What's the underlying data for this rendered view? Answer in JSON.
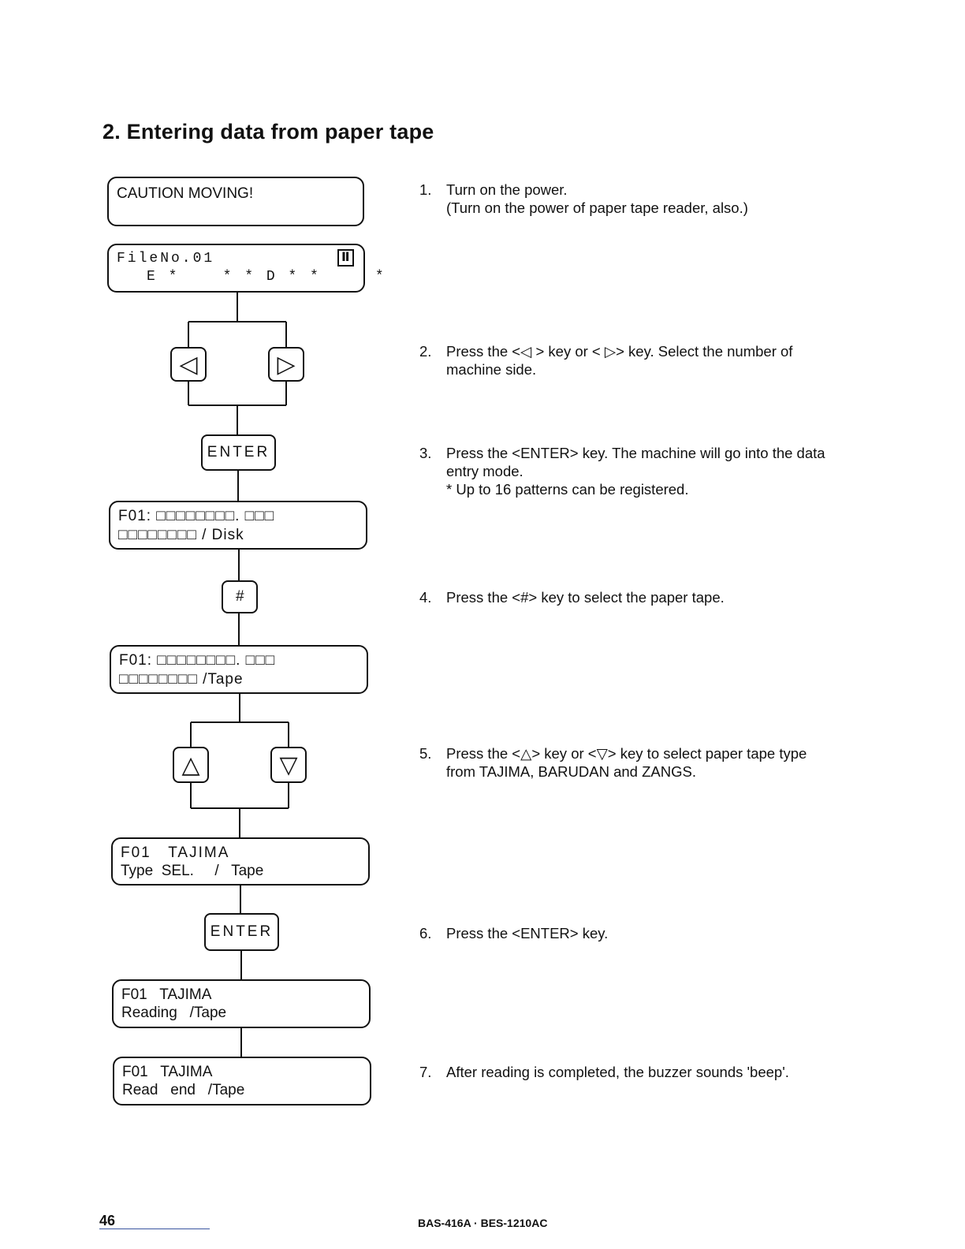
{
  "section_title": "2.  Entering data from paper tape",
  "displays": {
    "caution": {
      "line1": "CAUTION MOVING!"
    },
    "file": {
      "line1": "FileNo.01",
      "indicator": "Ⅱ",
      "line2": "E *    * * D * *     *"
    },
    "disk": {
      "line1": "F01: □□□□□□□□. □□□",
      "line2": "□□□□□□□□ / Disk"
    },
    "tape": {
      "line1": "F01: □□□□□□□□. □□□",
      "line2": "□□□□□□□□ /Tape"
    },
    "type_sel": {
      "line1": "F01   TAJIMA",
      "line2": "Type  SEL.     /   Tape"
    },
    "reading": {
      "line1": "F01   TAJIMA",
      "line2": "Reading   /Tape"
    },
    "read_end": {
      "line1": "F01   TAJIMA",
      "line2": "Read   end   /Tape"
    }
  },
  "keys": {
    "left": "◁",
    "right": "▷",
    "enter1": "ENTER",
    "hash": "#",
    "up": "△",
    "down": "▽",
    "enter2": "ENTER"
  },
  "steps": [
    {
      "num": "1.",
      "text": "Turn on the power.",
      "text2": "(Turn on the power of paper tape reader, also.)"
    },
    {
      "num": "2.",
      "text": "Press the <◁ > key or < ▷> key. Select the number of",
      "text2": "machine side."
    },
    {
      "num": "3.",
      "text": "Press the <ENTER> key. The machine will go into the data",
      "text2": "entry mode.",
      "text3": "*  Up to 16 patterns can be registered."
    },
    {
      "num": "4.",
      "text": "Press the <#> key to select the paper tape."
    },
    {
      "num": "5.",
      "text": "Press the <△> key or <▽> key to select paper tape type",
      "text2": "from TAJIMA, BARUDAN and ZANGS."
    },
    {
      "num": "6.",
      "text": "Press the <ENTER> key."
    },
    {
      "num": "7.",
      "text": "After reading is completed, the buzzer sounds 'beep'."
    }
  ],
  "footer": {
    "page": "46",
    "code": "BAS-416A · BES-1210AC"
  }
}
